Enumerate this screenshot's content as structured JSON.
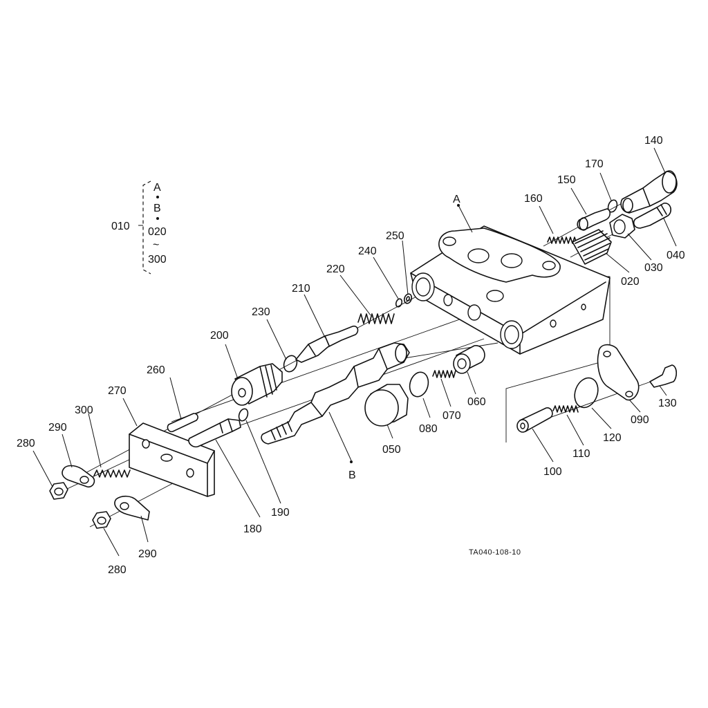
{
  "diagram": {
    "reference_code": "TA040-108-10",
    "assembly": {
      "number": "010",
      "range_lines": [
        "A",
        "B",
        "020",
        "300"
      ]
    },
    "markers": {
      "a": "A",
      "b": "B"
    },
    "parts": {
      "p020": "020",
      "p030": "030",
      "p040": "040",
      "p050": "050",
      "p060": "060",
      "p070": "070",
      "p080": "080",
      "p090": "090",
      "p100": "100",
      "p110": "110",
      "p120": "120",
      "p130": "130",
      "p140": "140",
      "p150": "150",
      "p160": "160",
      "p170": "170",
      "p180": "180",
      "p190": "190",
      "p200": "200",
      "p210": "210",
      "p220": "220",
      "p230": "230",
      "p240": "240",
      "p250": "250",
      "p260": "260",
      "p270": "270",
      "p280a": "280",
      "p280b": "280",
      "p290a": "290",
      "p290b": "290",
      "p300": "300"
    }
  }
}
